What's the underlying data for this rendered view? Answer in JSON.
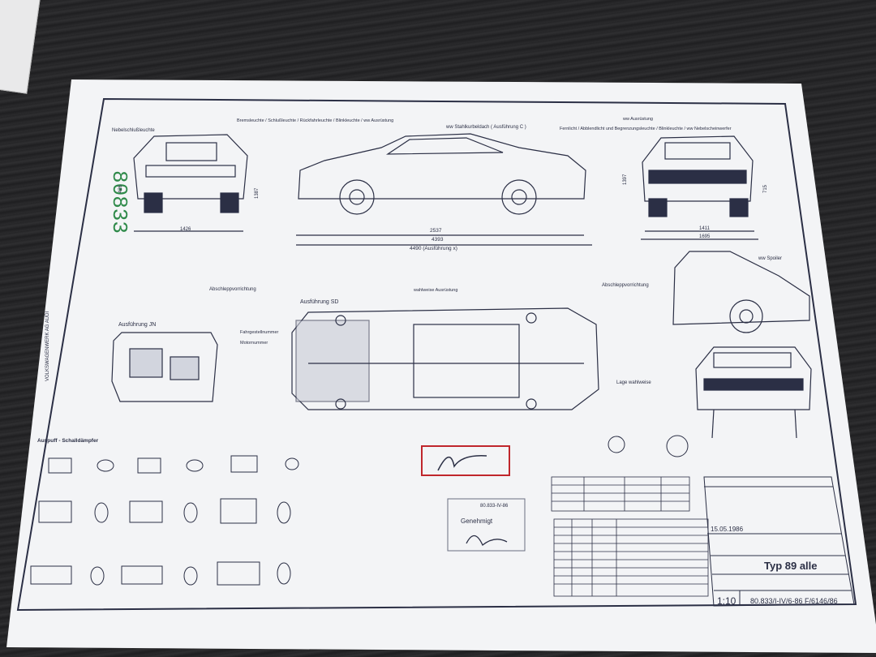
{
  "drawing_number_stamp": "80833",
  "labels": {
    "nebel": "Nebelschlußleuchte",
    "rear_group": "Bremsleuchte / Schlußleuchte / Rückfahrleuchte / Blinkleuchte / ww Ausrüstung",
    "stahlkurbel": "ww Stahlkurbeldach ( Ausführung C )",
    "fernlicht": "Fernlicht / Abblendlicht und Begrenzungsleuchte / Blinkleuchte / ww Nebelscheinwerfer",
    "ww_ausruestung": "ww Ausrüstung",
    "spoiler": "ww Spoiler",
    "abschlepp_left": "Abschleppvorrichtung",
    "abschlepp_right": "Abschleppvorrichtung",
    "ausfuehrung_sd": "Ausführung SD",
    "wahlweise": "wahlweise Ausrüstung",
    "fahrgestell": "Fahrgestellnummer",
    "motornummer": "Motornummer",
    "ausfuehrung_jn": "Ausführung JN",
    "lage": "Lage wahlweise",
    "auspuff": "Auspuff - Schalldämpfer",
    "manufacturer": "VOLKSWAGENWERK AG AUDI",
    "genehmigt": "Genehmigt"
  },
  "dims": {
    "rear_width": "1426",
    "rear_height": "1387",
    "rear_low": "426",
    "wheelbase": "2537",
    "overall": "4393",
    "overall_x": "4490 (Ausführung x)",
    "front_track": "1411",
    "front_width": "1695",
    "front_height": "1397",
    "front_side": "715"
  },
  "titleblock": {
    "date": "15.05.1986",
    "type": "Typ 89 alle",
    "scale": "1:10",
    "number": "80.833/I-IV/6-86 F/6146/86"
  },
  "stamp_date": "80.833-IV-86",
  "colors": {
    "paper": "#f4f5f7",
    "ink": "#2b2f45",
    "stamp_red": "#c0262c",
    "stamp_green": "#2f8a4a"
  }
}
